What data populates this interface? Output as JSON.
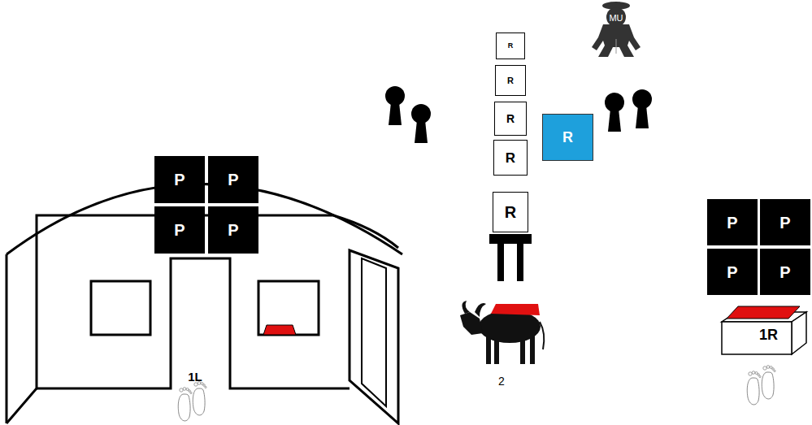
{
  "diagram": {
    "nodes": [
      {
        "text": [
          "P"
        ]
      },
      {
        "text": [
          "P"
        ]
      },
      {
        "text": [
          "P"
        ]
      },
      {
        "text": [
          "P"
        ]
      },
      {
        "text": [
          "R"
        ]
      },
      {
        "text": [
          "R"
        ]
      },
      {
        "text": [
          "R"
        ]
      },
      {
        "text": [
          "R"
        ]
      },
      {
        "text": [
          "R"
        ]
      },
      {
        "text": [
          "MU"
        ]
      },
      {
        "text": [
          "R"
        ]
      },
      {
        "text": [
          "P"
        ]
      },
      {
        "text": [
          "P"
        ]
      },
      {
        "text": [
          "P"
        ]
      },
      {
        "text": [
          "P"
        ]
      },
      {
        "text": [
          "1R"
        ]
      }
    ],
    "labels": [
      "1L",
      "2"
    ]
  }
}
